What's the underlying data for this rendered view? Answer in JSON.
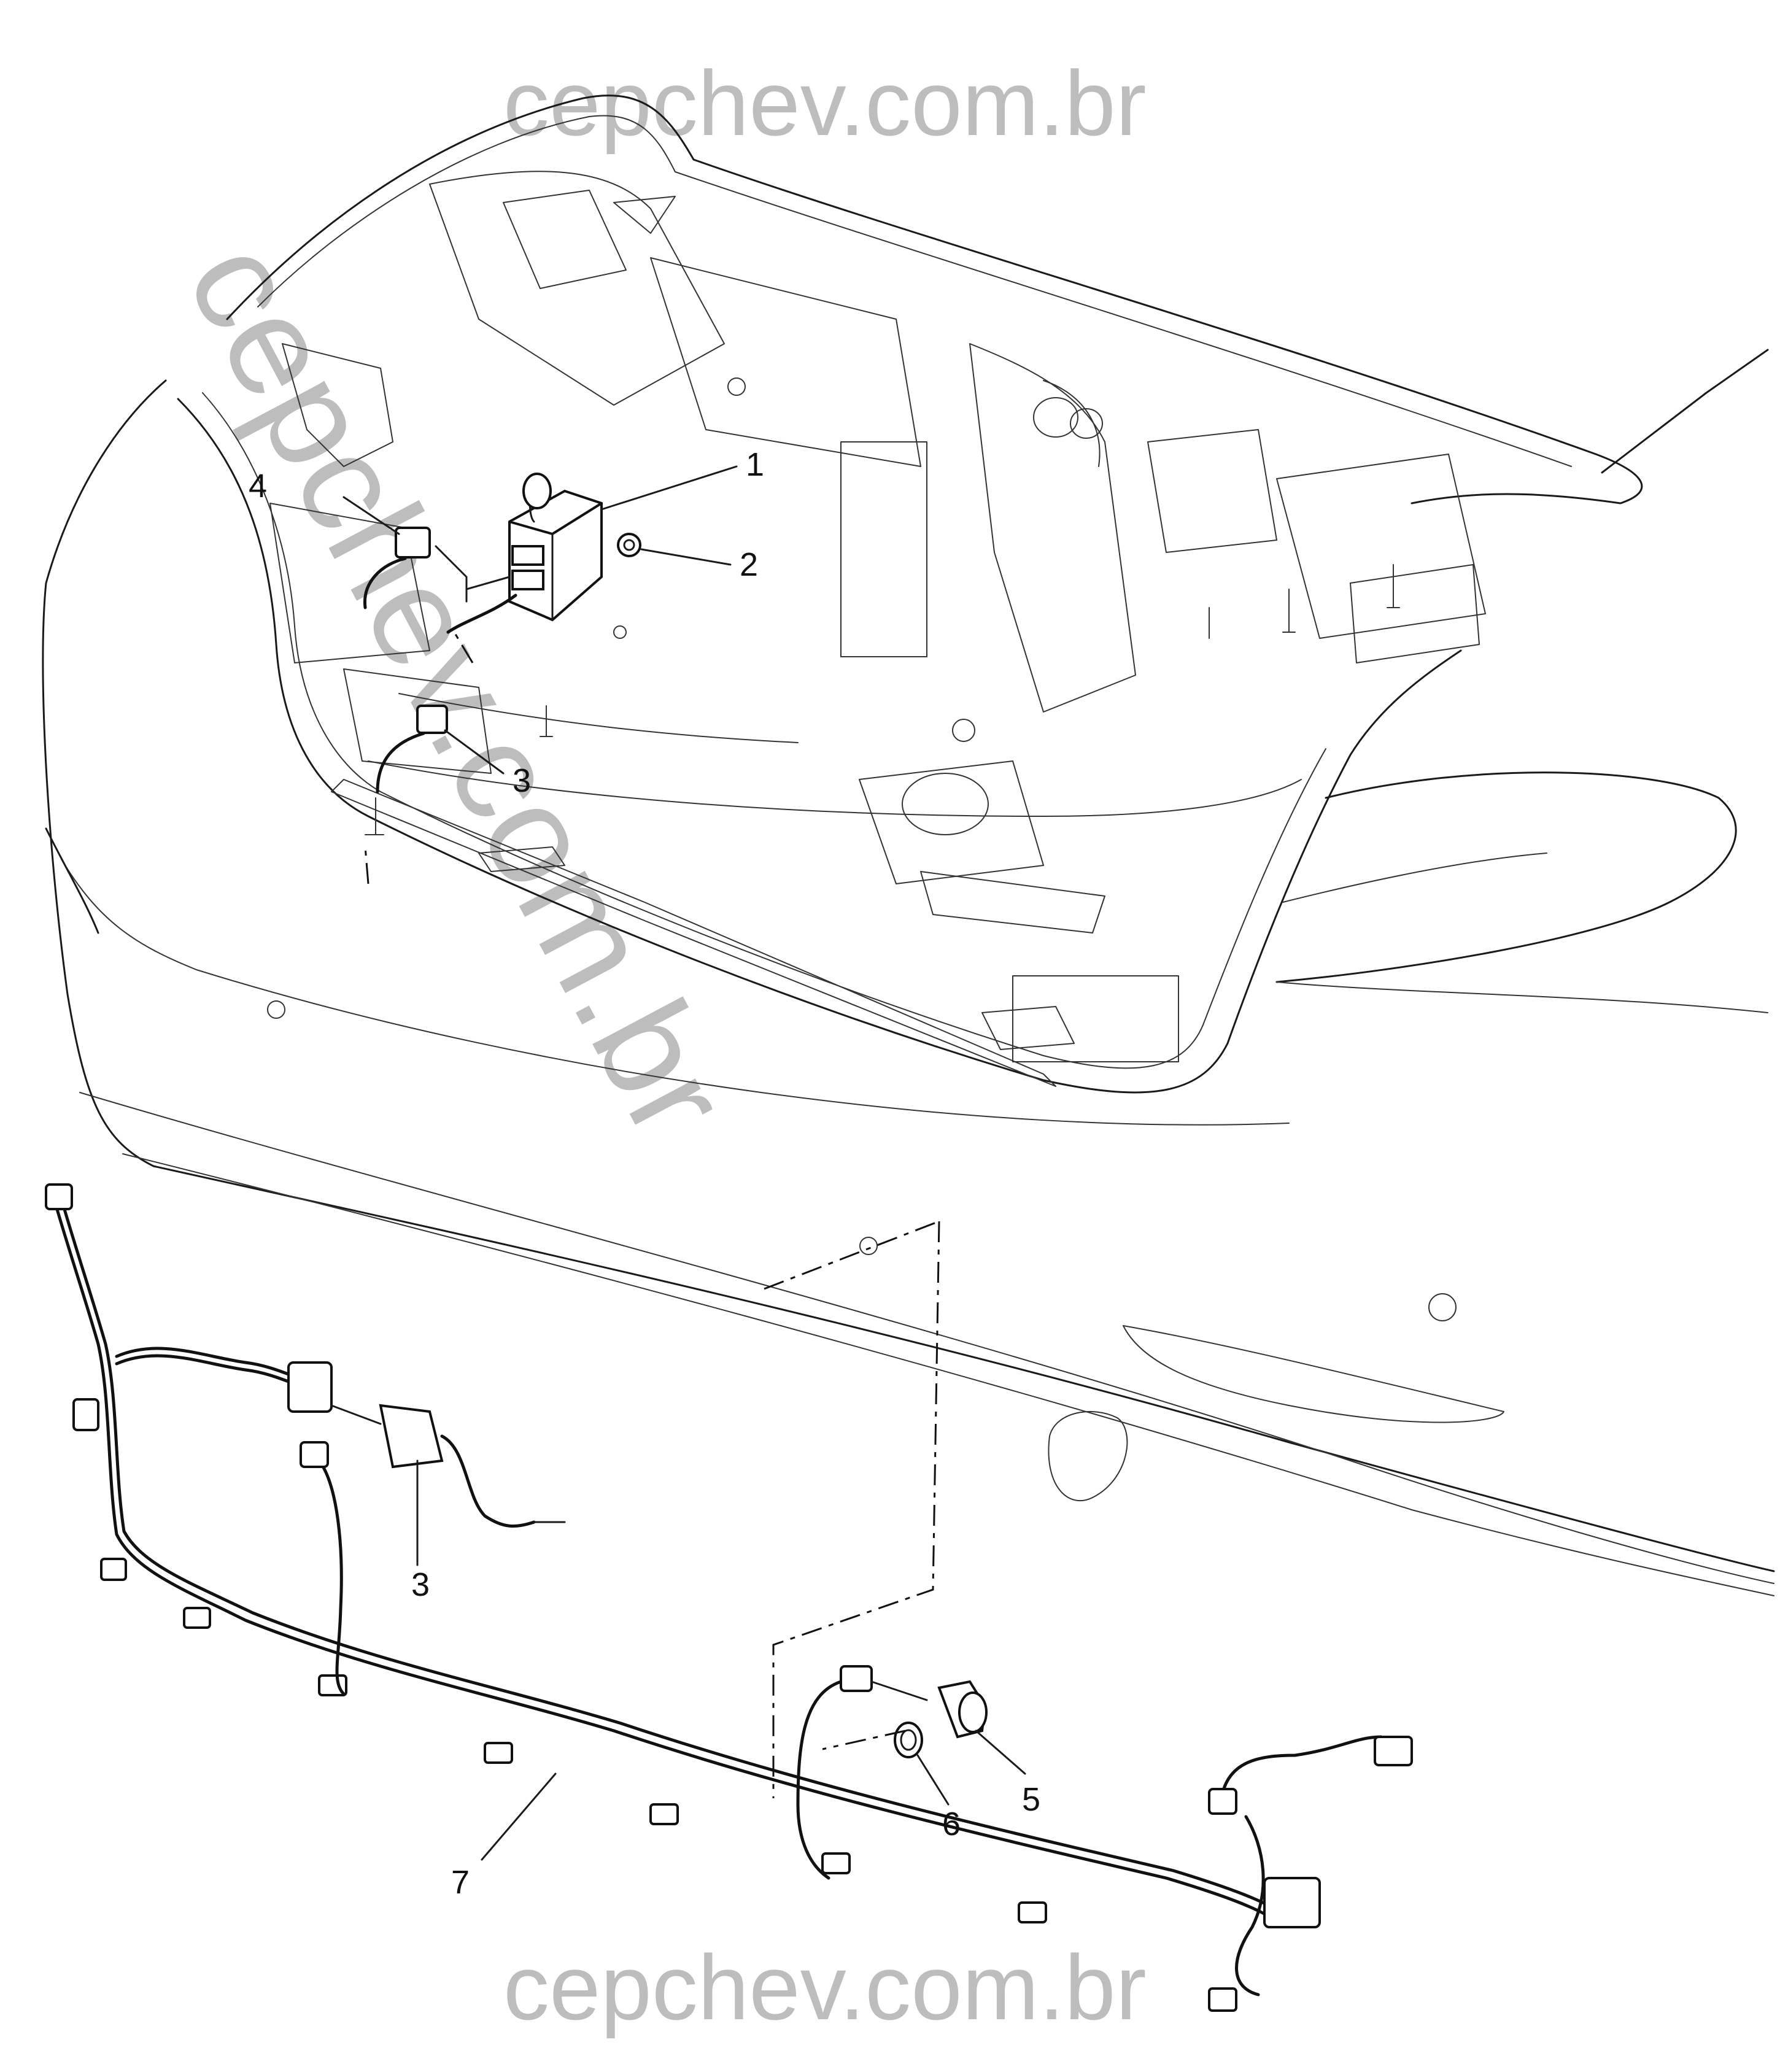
{
  "watermarks": {
    "top": "cepchev.com.br",
    "diagonal": "cepchev.com.br",
    "bottom": "cepchev.com.br"
  },
  "callouts": {
    "c1": "1",
    "c2": "2",
    "c3_upper": "3",
    "c4": "4",
    "c3_lower": "3",
    "c5": "5",
    "c6": "6",
    "c7": "7"
  },
  "colors": {
    "line": "#1a1a1a",
    "watermark": "#bdbdbd",
    "background": "#ffffff"
  }
}
